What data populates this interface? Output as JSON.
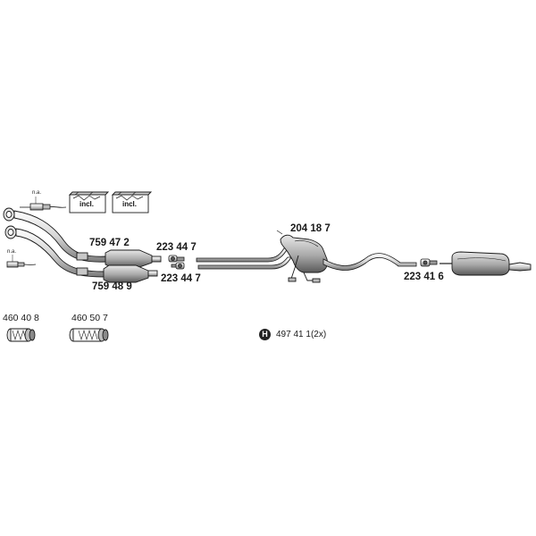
{
  "labels": {
    "part_759_47_2": "759 47 2",
    "part_759_48_9": "759 48 9",
    "part_223_44_7_top": "223 44 7",
    "part_223_44_7_bottom": "223 44 7",
    "part_204_18_7": "204 18 7",
    "part_223_41_6": "223 41 6",
    "part_460_40_8": "460 40 8",
    "part_460_50_7": "460 50 7",
    "na_top": "n.a.",
    "na_bottom": "n.a.",
    "incl_left": "incl.",
    "incl_right": "incl."
  },
  "mounting_kit": {
    "badge": "H",
    "code": "497 41 1",
    "qty": "(2x)"
  },
  "colors": {
    "line": "#1a1a1a",
    "part_fill": "#d9d9d9",
    "part_shade": "#8a8a8a"
  }
}
